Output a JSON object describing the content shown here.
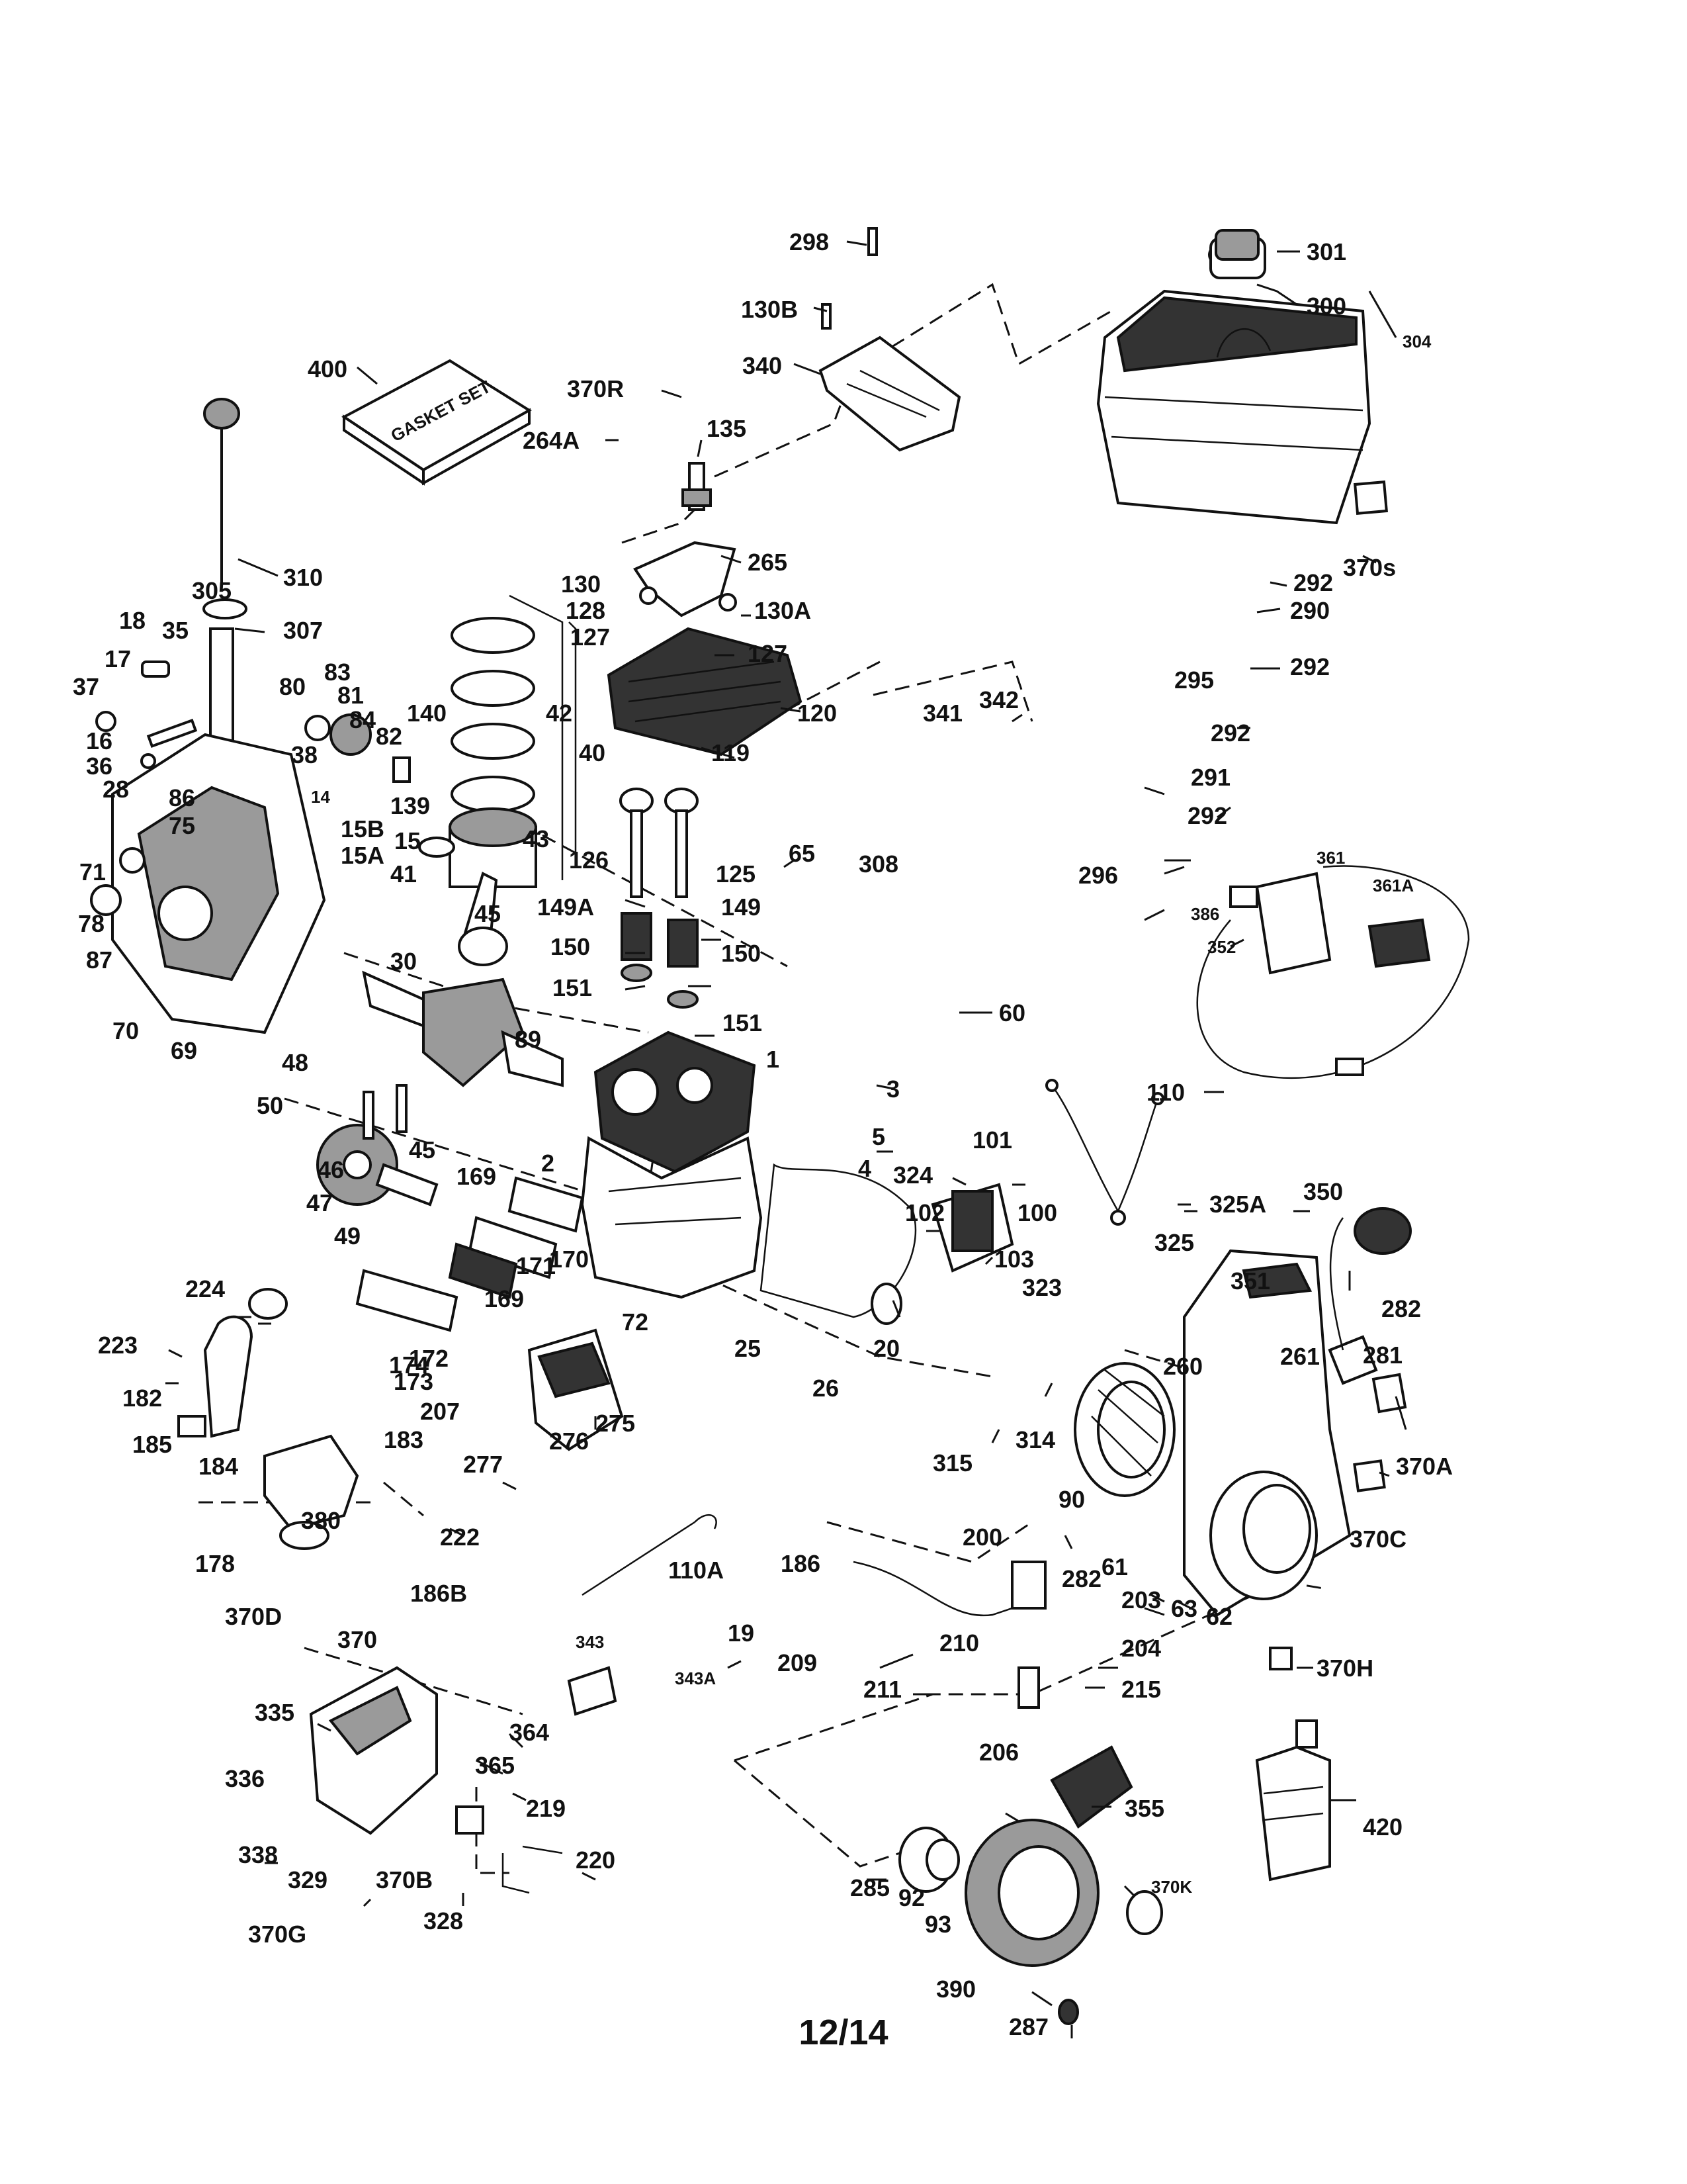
{
  "page_number": "12/14",
  "gasket_set_text": "GASKET SET",
  "parts": [
    {
      "label": "298"
    },
    {
      "label": "301"
    },
    {
      "label": "130B"
    },
    {
      "label": "300"
    },
    {
      "label": "304"
    },
    {
      "label": "340"
    },
    {
      "label": "400"
    },
    {
      "label": "370R"
    },
    {
      "label": "135"
    },
    {
      "label": "264A"
    },
    {
      "label": "265"
    },
    {
      "label": "370s"
    },
    {
      "label": "310"
    },
    {
      "label": "130"
    },
    {
      "label": "292"
    },
    {
      "label": "128"
    },
    {
      "label": "130A"
    },
    {
      "label": "290"
    },
    {
      "label": "305"
    },
    {
      "label": "307"
    },
    {
      "label": "127"
    },
    {
      "label": "127"
    },
    {
      "label": "292"
    },
    {
      "label": "18"
    },
    {
      "label": "35"
    },
    {
      "label": "295"
    },
    {
      "label": "17"
    },
    {
      "label": "80"
    },
    {
      "label": "83"
    },
    {
      "label": "42"
    },
    {
      "label": "120"
    },
    {
      "label": "342"
    },
    {
      "label": "37"
    },
    {
      "label": "81"
    },
    {
      "label": "140"
    },
    {
      "label": "292"
    },
    {
      "label": "341"
    },
    {
      "label": "84"
    },
    {
      "label": "82"
    },
    {
      "label": "119"
    },
    {
      "label": "16"
    },
    {
      "label": "38"
    },
    {
      "label": "40"
    },
    {
      "label": "291"
    },
    {
      "label": "36"
    },
    {
      "label": "28"
    },
    {
      "label": "86"
    },
    {
      "label": "14"
    },
    {
      "label": "139"
    },
    {
      "label": "292"
    },
    {
      "label": "75"
    },
    {
      "label": "15B"
    },
    {
      "label": "15"
    },
    {
      "label": "126"
    },
    {
      "label": "65"
    },
    {
      "label": "308"
    },
    {
      "label": "361"
    },
    {
      "label": "15A"
    },
    {
      "label": "43"
    },
    {
      "label": "296"
    },
    {
      "label": "71"
    },
    {
      "label": "41"
    },
    {
      "label": "125"
    },
    {
      "label": "149A"
    },
    {
      "label": "149"
    },
    {
      "label": "361A"
    },
    {
      "label": "386"
    },
    {
      "label": "78"
    },
    {
      "label": "45"
    },
    {
      "label": "150"
    },
    {
      "label": "150"
    },
    {
      "label": "87"
    },
    {
      "label": "30"
    },
    {
      "label": "352"
    },
    {
      "label": "151"
    },
    {
      "label": "60"
    },
    {
      "label": "70"
    },
    {
      "label": "151"
    },
    {
      "label": "69"
    },
    {
      "label": "89"
    },
    {
      "label": "48"
    },
    {
      "label": "1"
    },
    {
      "label": "110"
    },
    {
      "label": "50"
    },
    {
      "label": "3"
    },
    {
      "label": "45"
    },
    {
      "label": "101"
    },
    {
      "label": "5"
    },
    {
      "label": "324"
    },
    {
      "label": "325A"
    },
    {
      "label": "46"
    },
    {
      "label": "4"
    },
    {
      "label": "2"
    },
    {
      "label": "169"
    },
    {
      "label": "350"
    },
    {
      "label": "47"
    },
    {
      "label": "102"
    },
    {
      "label": "100"
    },
    {
      "label": "325"
    },
    {
      "label": "49"
    },
    {
      "label": "103"
    },
    {
      "label": "171"
    },
    {
      "label": "170"
    },
    {
      "label": "351"
    },
    {
      "label": "323"
    },
    {
      "label": "224"
    },
    {
      "label": "169"
    },
    {
      "label": "72"
    },
    {
      "label": "282"
    },
    {
      "label": "25"
    },
    {
      "label": "20"
    },
    {
      "label": "260"
    },
    {
      "label": "261"
    },
    {
      "label": "223"
    },
    {
      "label": "172"
    },
    {
      "label": "281"
    },
    {
      "label": "174"
    },
    {
      "label": "26"
    },
    {
      "label": "173"
    },
    {
      "label": "275"
    },
    {
      "label": "182"
    },
    {
      "label": "207"
    },
    {
      "label": "314"
    },
    {
      "label": "370A"
    },
    {
      "label": "276"
    },
    {
      "label": "185"
    },
    {
      "label": "184"
    },
    {
      "label": "183"
    },
    {
      "label": "315"
    },
    {
      "label": "277"
    },
    {
      "label": "90"
    },
    {
      "label": "370C"
    },
    {
      "label": "380"
    },
    {
      "label": "222"
    },
    {
      "label": "200"
    },
    {
      "label": "178"
    },
    {
      "label": "110A"
    },
    {
      "label": "186"
    },
    {
      "label": "282"
    },
    {
      "label": "61"
    },
    {
      "label": "186B"
    },
    {
      "label": "203"
    },
    {
      "label": "63"
    },
    {
      "label": "62"
    },
    {
      "label": "370D"
    },
    {
      "label": "19"
    },
    {
      "label": "370"
    },
    {
      "label": "210"
    },
    {
      "label": "204"
    },
    {
      "label": "343"
    },
    {
      "label": "209"
    },
    {
      "label": "370H"
    },
    {
      "label": "343A"
    },
    {
      "label": "211"
    },
    {
      "label": "215"
    },
    {
      "label": "335"
    },
    {
      "label": "364"
    },
    {
      "label": "206"
    },
    {
      "label": "365"
    },
    {
      "label": "336"
    },
    {
      "label": "219"
    },
    {
      "label": "355"
    },
    {
      "label": "420"
    },
    {
      "label": "338"
    },
    {
      "label": "220"
    },
    {
      "label": "329"
    },
    {
      "label": "370B"
    },
    {
      "label": "285"
    },
    {
      "label": "92"
    },
    {
      "label": "370K"
    },
    {
      "label": "370G"
    },
    {
      "label": "328"
    },
    {
      "label": "93"
    },
    {
      "label": "390"
    },
    {
      "label": "287"
    }
  ]
}
